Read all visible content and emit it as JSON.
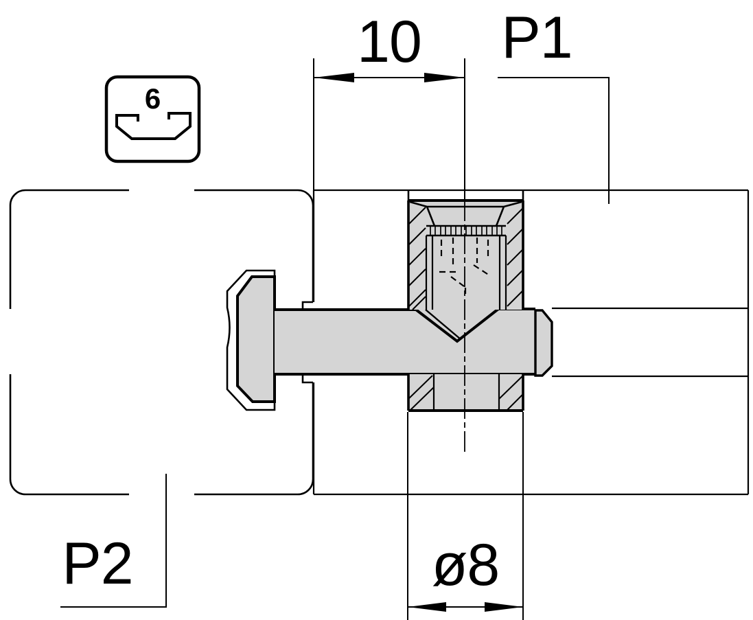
{
  "drawing": {
    "labels": {
      "dim_width": "10",
      "plate_ref": "P1",
      "profile_ref": "P2",
      "bore_diameter": "ø8",
      "slot_size": "6"
    },
    "icons": [
      {
        "name": "t-slot-profile-icon",
        "label": "6"
      }
    ],
    "colors": {
      "line": "#000000",
      "part_fill": "#d5d5d5",
      "background": "#ffffff"
    }
  }
}
